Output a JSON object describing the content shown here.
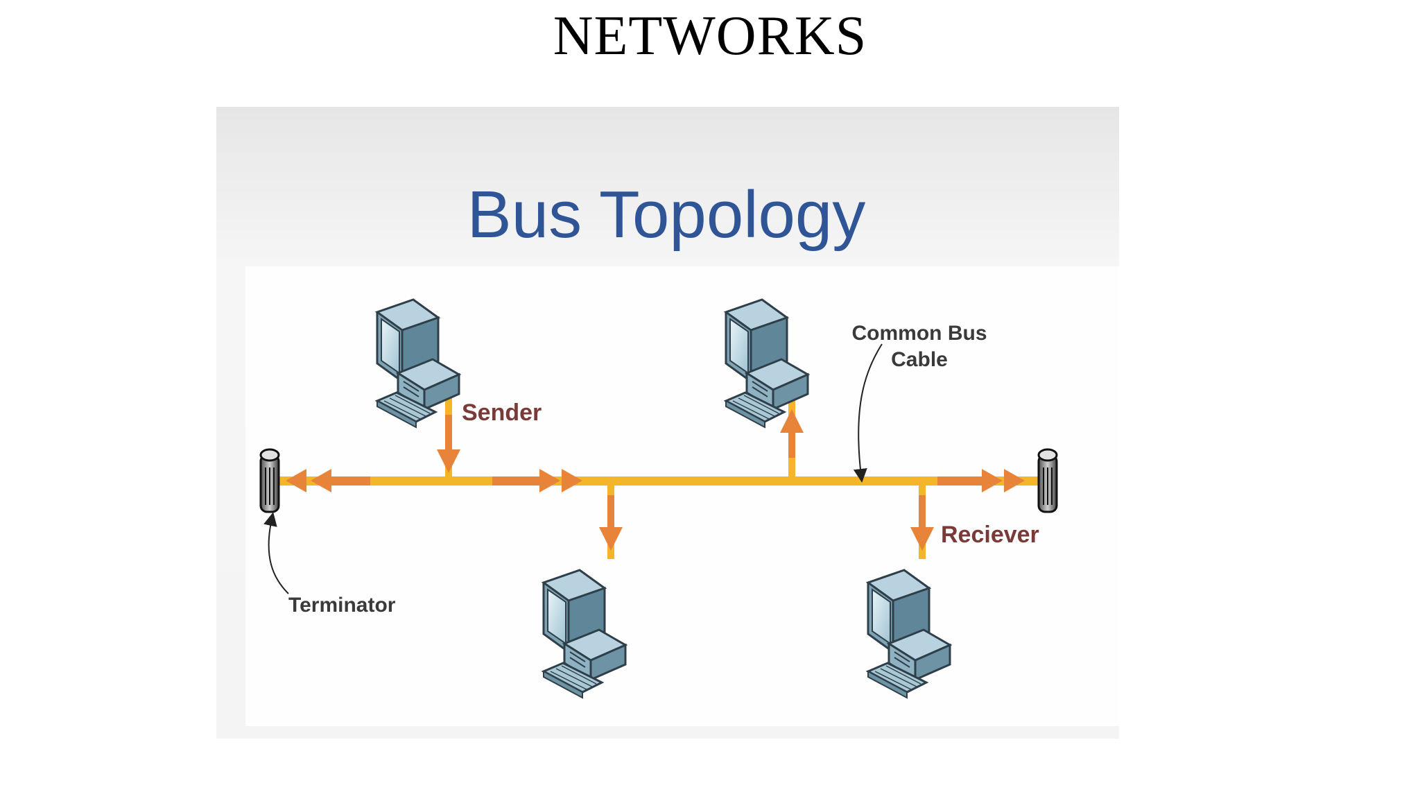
{
  "slide": {
    "title": "NETWORKS"
  },
  "diagram": {
    "title": "Bus Topology",
    "labels": {
      "sender": "Sender",
      "receiver": "Reciever",
      "bus_line1": "Common Bus",
      "bus_line2": "Cable",
      "terminator": "Terminator"
    },
    "colors": {
      "bus": "#f5b52a",
      "arrow": "#e8843a",
      "title": "#2f5597",
      "label_red": "#7a3a38"
    }
  }
}
